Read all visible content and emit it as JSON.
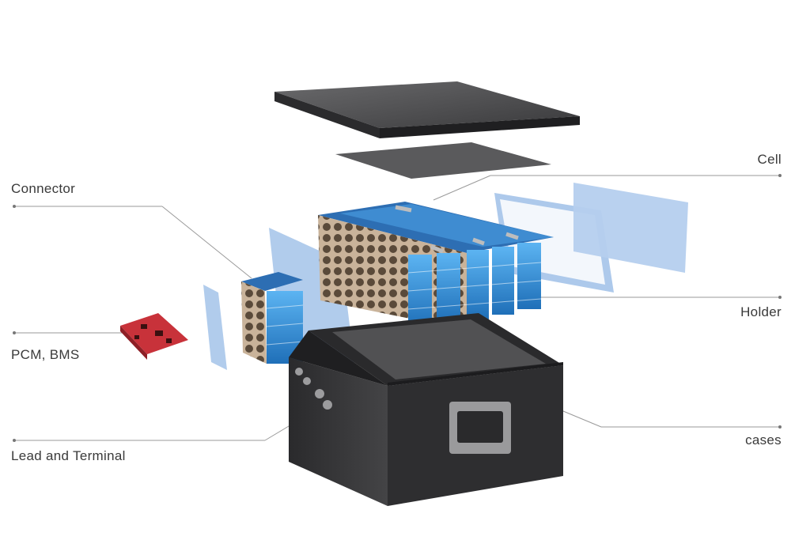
{
  "labels": {
    "connector": "Connector",
    "pcm_bms": "PCM, BMS",
    "lead_terminal": "Lead and Terminal",
    "cell": "Cell",
    "holder": "Holder",
    "cases": "cases"
  },
  "colors": {
    "case_dark": "#2e2e30",
    "case_side": "#3c3c3e",
    "cell_blue": "#3d9be0",
    "holder_beige": "#c9b39a",
    "panel_blue": "#a9c6ea",
    "pcb_red": "#c8323a",
    "leader_line": "#9a9a9a"
  }
}
